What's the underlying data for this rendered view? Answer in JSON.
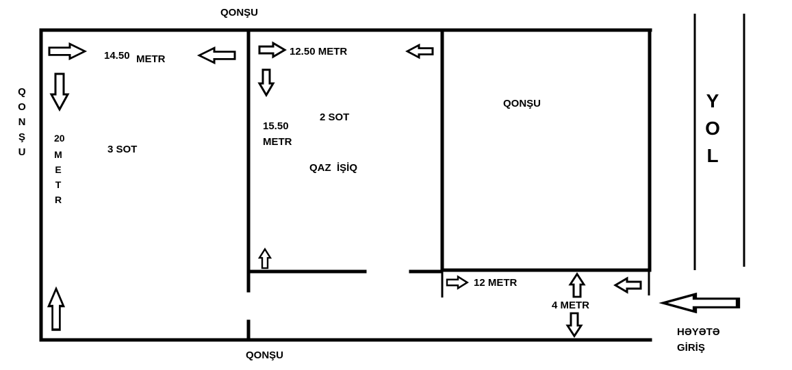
{
  "labels": {
    "neighbor_top": "QONŞU",
    "neighbor_left": "QONŞU",
    "neighbor_bottom": "QONŞU",
    "neighbor_right_plot": "QONŞU",
    "road": "YOL",
    "entrance_line1": "HƏYƏTƏ",
    "entrance_line2": "GİRİŞ",
    "width_left_value": "14.50",
    "width_left_unit": "METR",
    "width_middle": "12.50 METR",
    "depth_left_value": "20",
    "depth_left_unit": "METR",
    "depth_middle_line1": "15.50",
    "depth_middle_line2": "METR",
    "area_left": "3 SOT",
    "area_middle": "2 SOT",
    "utilities": "QAZ  İŞİQ",
    "passage_length": "12 METR",
    "passage_width": "4 METR"
  },
  "colors": {
    "line": "#000000",
    "background": "#ffffff"
  }
}
